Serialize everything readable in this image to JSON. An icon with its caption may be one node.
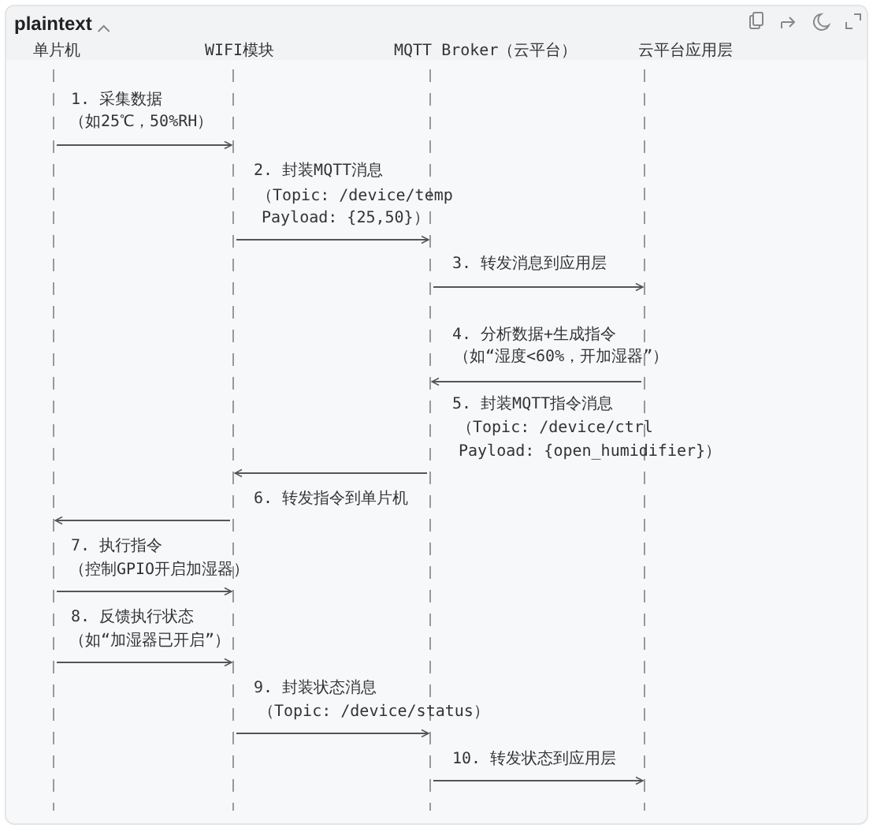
{
  "diagram": {
    "nodes": [
      {
        "text": [
          "单片机"
        ]
      },
      {
        "text": [
          "WIFI模块"
        ]
      },
      {
        "text": [
          "MQTT Broker（云平台）"
        ]
      },
      {
        "text": [
          "云平台应用层"
        ]
      }
    ],
    "edges": [
      {
        "from": 0,
        "to": 1,
        "arrow": "to"
      },
      {
        "from": 1,
        "to": 2,
        "arrow": "to"
      },
      {
        "from": 2,
        "to": 3,
        "arrow": "to"
      },
      {
        "from": 3,
        "to": 2,
        "arrow": "to"
      },
      {
        "from": 2,
        "to": 1,
        "arrow": "to"
      },
      {
        "from": 1,
        "to": 0,
        "arrow": "to"
      },
      {
        "from": 0,
        "to": 1,
        "arrow": "to"
      },
      {
        "from": 0,
        "to": 1,
        "arrow": "to"
      },
      {
        "from": 1,
        "to": 2,
        "arrow": "to"
      },
      {
        "from": 2,
        "to": 3,
        "arrow": "to"
      }
    ],
    "labels": [
      "plaintext",
      "1. 采集数据",
      "（如25℃，50%RH）",
      "2. 封装MQTT消息",
      "（Topic: /device/temp",
      "Payload: {25,50}）",
      "3. 转发消息到应用层",
      "4. 分析数据+生成指令",
      "（如“湿度<60%，开加湿器”）",
      "5. 封装MQTT指令消息",
      "（Topic: /device/ctrl",
      "Payload: {open_humidifier}）",
      "6. 转发指令到单片机",
      "7. 执行指令",
      "（控制GPIO开启加湿器）",
      "8. 反馈执行状态",
      "（如“加湿器已开启”）",
      "9. 封装状态消息",
      "（Topic: /device/status）",
      "10. 转发状态到应用层"
    ]
  }
}
